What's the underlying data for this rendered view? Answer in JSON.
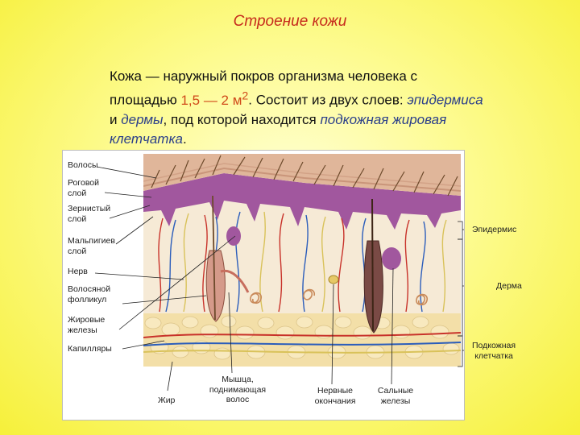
{
  "slide": {
    "title": "Строение кожи",
    "intro": {
      "p1": "Кожа — наружный покров организма человека с площадью ",
      "area": "1,5 — 2 м",
      "sup": "2",
      "p2": ". Состоит из двух слоев: ",
      "epidermis": "эпидермиса",
      "and": " и ",
      "dermis": "дермы",
      "p3": ", под которой находится ",
      "subcutis": "подкожная жировая клетчатка",
      "end": "."
    }
  },
  "diagram": {
    "left_labels": {
      "hair": "Волосы",
      "horny_1": "Роговой",
      "horny_2": "слой",
      "granular_1": "Зернистый",
      "granular_2": "слой",
      "malpighian_1": "Мальпигиев",
      "malpighian_2": "слой",
      "nerve": "Нерв",
      "follicle_1": "Волосяной",
      "follicle_2": "фолликул",
      "fat_glands_1": "Жировые",
      "fat_glands_2": "железы",
      "capillaries": "Капилляры"
    },
    "right_labels": {
      "epidermis": "Эпидермис",
      "dermis": "Дерма",
      "subcutis_1": "Подкожная",
      "subcutis_2": "клетчатка"
    },
    "bottom_labels": {
      "fat": "Жир",
      "muscle_1": "Мышца,",
      "muscle_2": "поднимающая",
      "muscle_3": "волос",
      "nerve_end_1": "Нервные",
      "nerve_end_2": "окончания",
      "sebaceous_1": "Сальные",
      "sebaceous_2": "железы"
    },
    "colors": {
      "epidermis": "#a1579e",
      "dermis": "#f6ead6",
      "subcutis": "#f3dfa8",
      "vein": "#2b5dbb",
      "artery": "#c8322a",
      "nerve": "#d9c25a",
      "hair": "#6d4a2b"
    }
  }
}
